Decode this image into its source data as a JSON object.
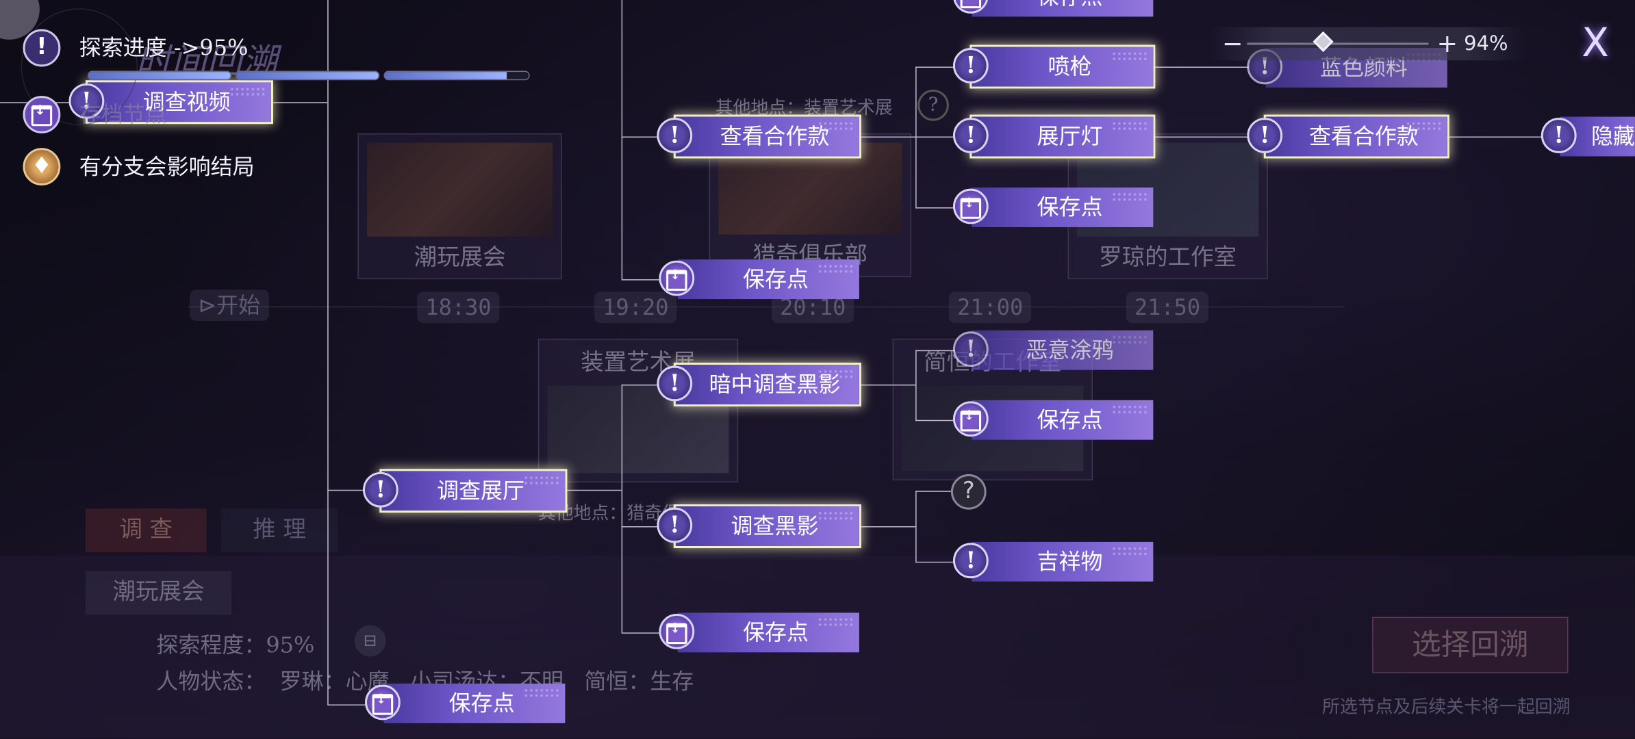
{
  "legend": {
    "progress_label": "探索进度 ->95%",
    "progress_fraction": 0.95,
    "save_label": "存档节点",
    "branch_label": "有分支会影响结局"
  },
  "zoom": {
    "minus": "−",
    "plus": "+",
    "value": "94%",
    "level": 0.94
  },
  "close": "X",
  "background": {
    "chapter_title": "时间回溯",
    "locations": [
      "潮玩展会",
      "猎奇俱乐部",
      "罗琼的工作室",
      "装置艺术展",
      "简恒的工作室"
    ],
    "other_location_top": "其他地点：装置艺术展",
    "other_location_bottom": "其他地点：猎奇俱乐部",
    "start": "开始",
    "times": [
      "18:30",
      "19:20",
      "20:10",
      "21:00",
      "21:50"
    ],
    "tab_investigate": "调 查",
    "tab_reason": "推 理",
    "scene": "潮玩展会",
    "explore_degree": "探索程度：95%",
    "character_status": "人物状态：  罗琳：心魔   小司汤达：不明   简恒：生存",
    "select_button": "选择回溯",
    "footer_note": "所选节点及后续关卡将一起回溯"
  },
  "nodes": {
    "top_save": "保存点",
    "investigate_video": "调查视频",
    "spray_gun": "喷枪",
    "blue_paint": "蓝色颜料",
    "view_contract_1": "查看合作款",
    "hall_light": "展厅灯",
    "view_contract_2": "查看合作款",
    "hidden": "隐藏",
    "save_a": "保存点",
    "save_b": "保存点",
    "malicious_graffiti": "恶意涂鸦",
    "secret_shadow": "暗中调查黑影",
    "save_c": "保存点",
    "investigate_hall": "调查展厅",
    "investigate_shadow": "调查黑影",
    "unknown": "?",
    "mascot": "吉祥物",
    "save_d": "保存点",
    "save_e": "保存点"
  },
  "colors": {
    "node": "#6e56c8",
    "glow": "#f2efc4",
    "accent": "#a07cff"
  }
}
